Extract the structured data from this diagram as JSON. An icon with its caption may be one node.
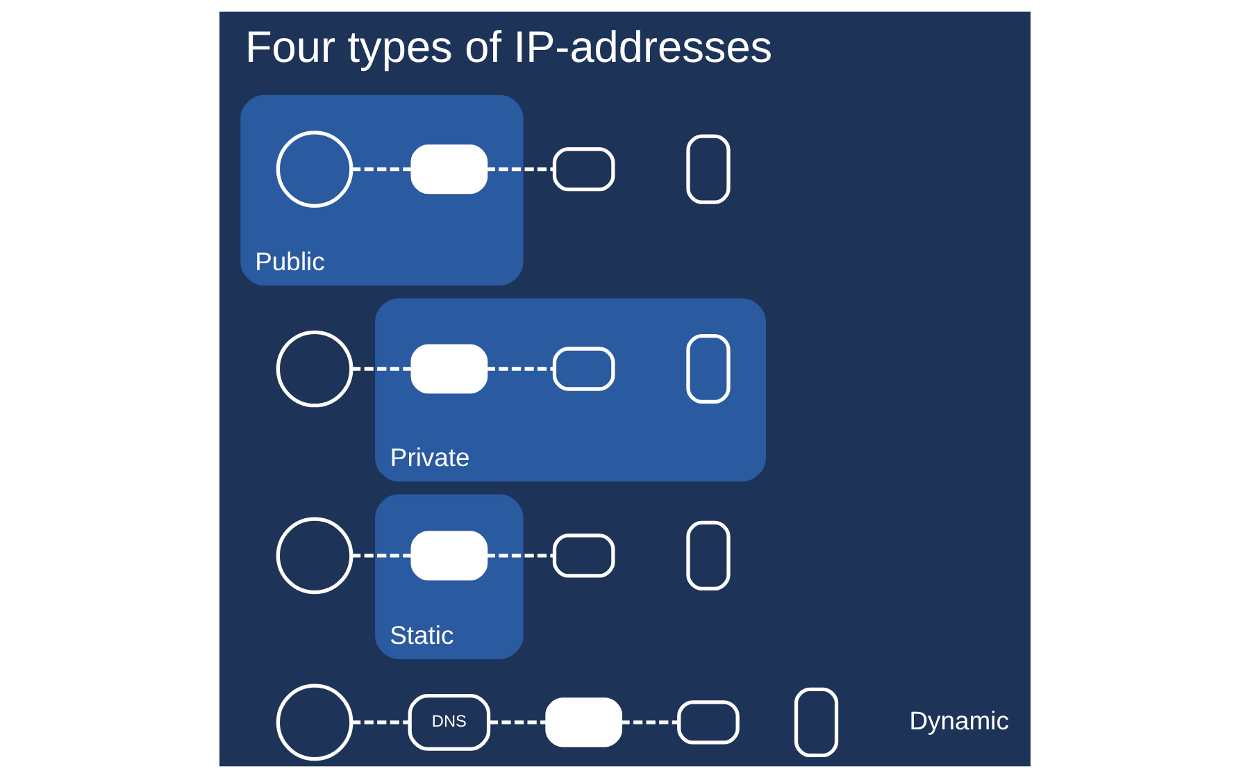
{
  "diagram": {
    "title": "Four types of IP-addresses",
    "nodes": [
      {
        "text": [
          "Public"
        ]
      },
      {
        "text": [],
        "shape": "globe",
        "in": 0
      },
      {
        "text": [],
        "shape": "router",
        "in": 0
      },
      {
        "text": [],
        "shape": "laptop"
      },
      {
        "text": [],
        "shape": "phone"
      },
      {
        "text": [],
        "shape": "globe"
      },
      {
        "text": [
          "Private"
        ]
      },
      {
        "text": [],
        "shape": "router",
        "in": 6
      },
      {
        "text": [],
        "shape": "laptop",
        "in": 6
      },
      {
        "text": [],
        "shape": "phone",
        "in": 6
      },
      {
        "text": [],
        "shape": "globe"
      },
      {
        "text": [
          "Static"
        ]
      },
      {
        "text": [],
        "shape": "router",
        "in": 11
      },
      {
        "text": [],
        "shape": "laptop"
      },
      {
        "text": [],
        "shape": "phone"
      },
      {
        "text": [],
        "shape": "globe"
      },
      {
        "text": [
          "DNS"
        ]
      },
      {
        "text": [],
        "shape": "router"
      },
      {
        "text": [],
        "shape": "laptop"
      },
      {
        "text": [],
        "shape": "phone"
      }
    ],
    "edges": [
      {
        "from": 1,
        "to": 2,
        "arrow": "none",
        "style": "dashed"
      },
      {
        "from": 2,
        "to": 3,
        "arrow": "none",
        "style": "dashed"
      },
      {
        "from": 5,
        "to": 7,
        "arrow": "none",
        "style": "dashed"
      },
      {
        "from": 7,
        "to": 8,
        "arrow": "none",
        "style": "dashed"
      },
      {
        "from": 10,
        "to": 12,
        "arrow": "none",
        "style": "dashed"
      },
      {
        "from": 12,
        "to": 13,
        "arrow": "none",
        "style": "dashed"
      },
      {
        "from": 15,
        "to": 16,
        "arrow": "none",
        "style": "dashed"
      },
      {
        "from": 16,
        "to": 17,
        "arrow": "none",
        "style": "dashed"
      },
      {
        "from": 17,
        "to": 18,
        "arrow": "none",
        "style": "dashed"
      }
    ],
    "labels": [
      "Dynamic"
    ]
  }
}
